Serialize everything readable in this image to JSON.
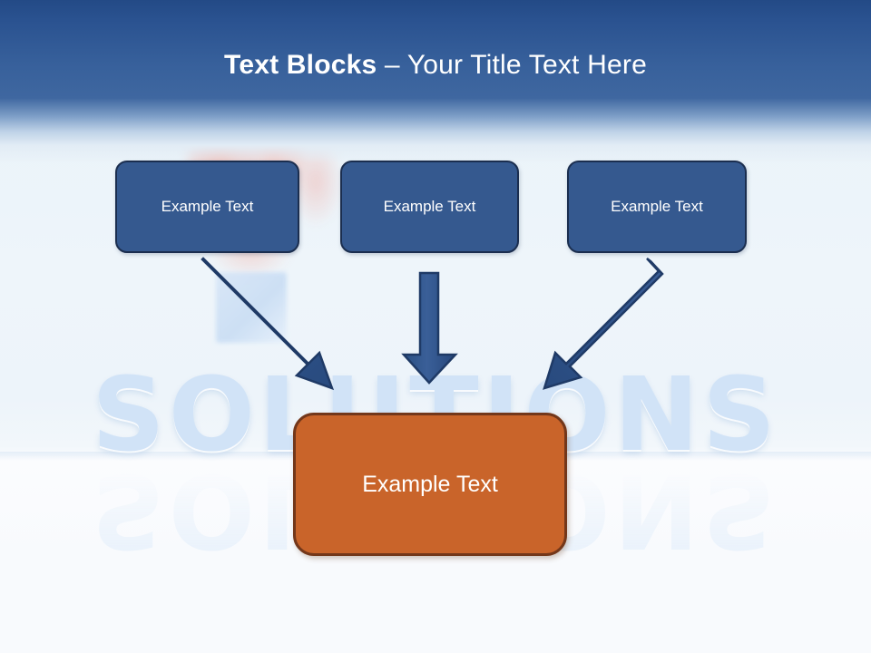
{
  "slide": {
    "title_bold": "Text Blocks",
    "title_separator": " – ",
    "title_regular": "Your Title Text Here",
    "title_full": "Text Blocks – Your Title Text Here",
    "background_word": "SOLUTIONS"
  },
  "colors": {
    "header_top": "#234a86",
    "header_mid": "#3f67a0",
    "box_blue_fill": "#35598f",
    "box_blue_border": "#1b2e4f",
    "box_orange_fill": "#c9642a",
    "box_orange_border": "#73371a",
    "arrow_fill": "#35598f",
    "arrow_border": "#1f3a66",
    "text_white": "#ffffff",
    "background_light": "#f7f9fc",
    "watermark_blue": "#cfe2f7"
  },
  "diagram": {
    "top_boxes": [
      {
        "label": "Example Text"
      },
      {
        "label": "Example Text"
      },
      {
        "label": "Example Text"
      }
    ],
    "bottom_box": {
      "label": "Example Text"
    },
    "arrows": [
      {
        "name": "arrow-left-diagonal",
        "direction": "down-right"
      },
      {
        "name": "arrow-middle-vertical",
        "direction": "down"
      },
      {
        "name": "arrow-right-diagonal",
        "direction": "down-left"
      }
    ]
  }
}
